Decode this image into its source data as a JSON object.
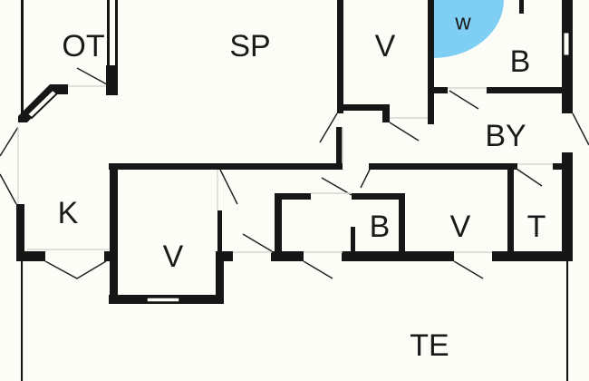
{
  "rooms": {
    "ot": "OT",
    "sp": "SP",
    "v_top": "V",
    "w": "w",
    "b_top": "B",
    "by": "BY",
    "k": "K",
    "v_left": "V",
    "b_mid": "B",
    "v_mid": "V",
    "t": "T",
    "te": "TE"
  },
  "colors": {
    "wall": "#161616",
    "background": "#fdfdf8",
    "whirlpool": "#7fcff5"
  }
}
